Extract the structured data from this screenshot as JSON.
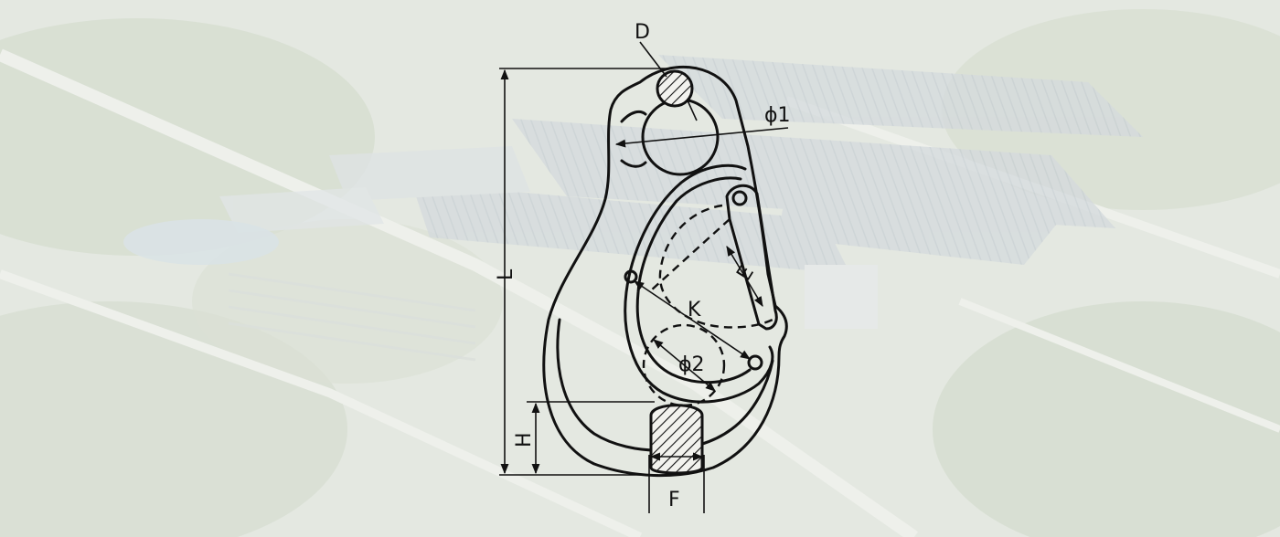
{
  "figure": {
    "subject": "eye-hook-with-safety-latch-drawing",
    "background": "aerial-factory-photo-faded",
    "colors": {
      "background_wash": "#e9ece6",
      "line": "#111111",
      "hatch": "#111111"
    }
  },
  "dimension_labels": {
    "D": "D",
    "phi1": "ϕ1",
    "L": "L",
    "E": "E",
    "K": "K",
    "phi2": "ϕ2",
    "H": "H",
    "F": "F"
  }
}
